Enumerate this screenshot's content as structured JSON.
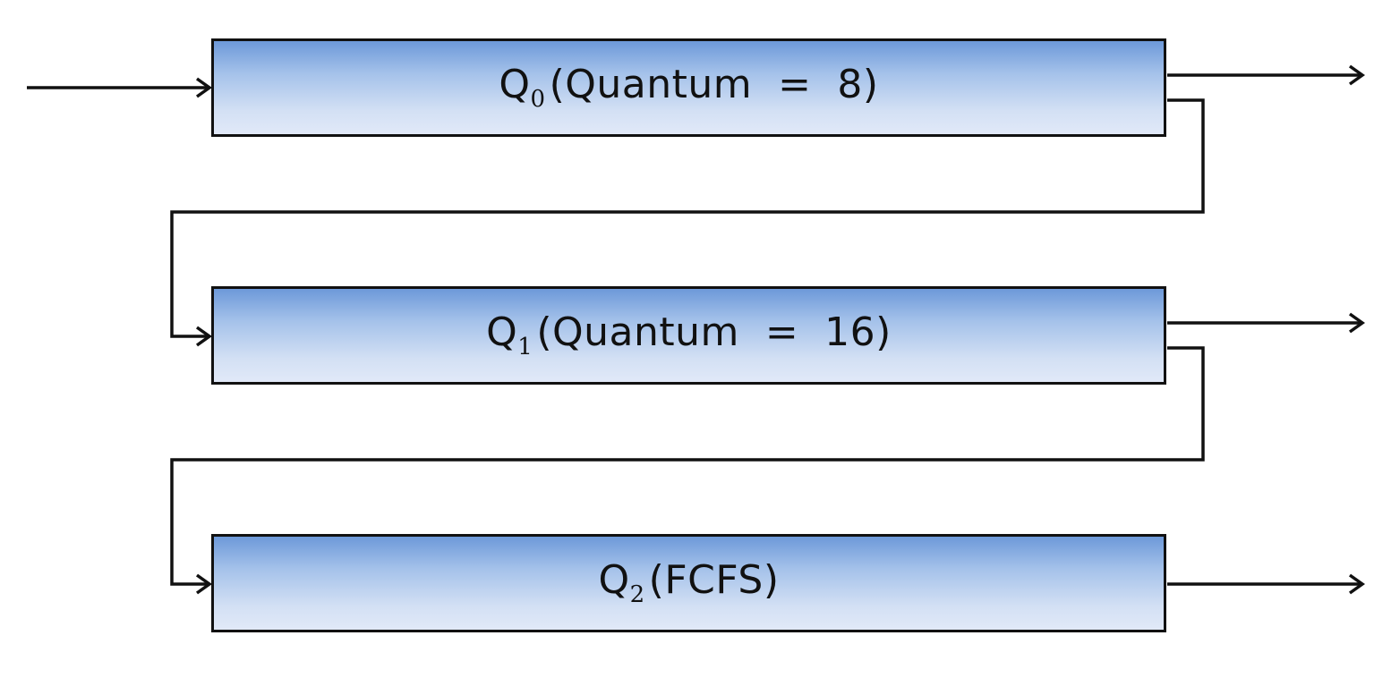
{
  "colors": {
    "stroke": "#111111",
    "gradient_top": "#6d99d9",
    "gradient_bottom": "#e1e9f8"
  },
  "queues": [
    {
      "letter": "Q",
      "subscript": "0",
      "detail": "(Quantum  =  8)"
    },
    {
      "letter": "Q",
      "subscript": "1",
      "detail": "(Quantum  =  16)"
    },
    {
      "letter": "Q",
      "subscript": "2",
      "detail": "(FCFS)"
    }
  ]
}
